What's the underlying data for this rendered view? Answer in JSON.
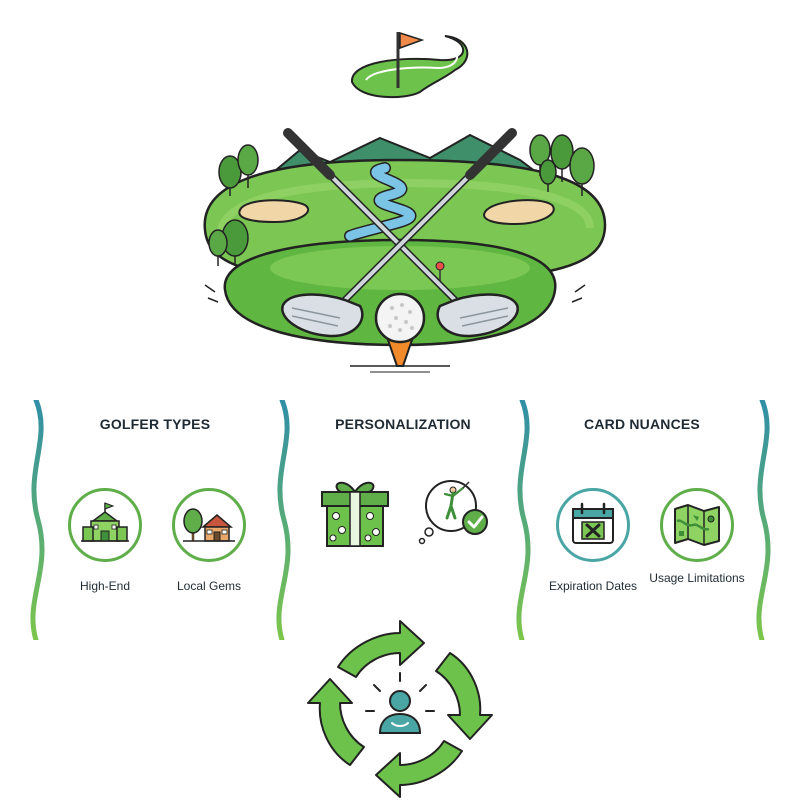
{
  "sections": [
    {
      "title": "GOLFER TYPES",
      "items": [
        {
          "label": "High-End",
          "icon": "clubhouse-icon"
        },
        {
          "label": "Local Gems",
          "icon": "house-tree-icon"
        }
      ]
    },
    {
      "title": "PERSONALIZATION",
      "items": [
        {
          "icon": "gift-box-icon"
        },
        {
          "icon": "golfer-thought-check-icon"
        }
      ]
    },
    {
      "title": "CARD NUANCES",
      "items": [
        {
          "label": "Expiration Dates",
          "icon": "calendar-x-icon"
        },
        {
          "label": "Usage Limitations",
          "icon": "folded-map-icon"
        }
      ]
    }
  ],
  "hero": {
    "icons": [
      "flag-green-icon",
      "golf-course-icon",
      "crossed-clubs-icon",
      "golf-ball-tee-icon"
    ]
  },
  "cycle": {
    "icon": "user-cycle-arrows-icon"
  },
  "colors": {
    "green": "#5fae4a",
    "dark_green": "#3f8f3a",
    "teal": "#4aa6a4",
    "text": "#1f2a33",
    "sand": "#f1d6a8",
    "water": "#7cc4e6"
  }
}
